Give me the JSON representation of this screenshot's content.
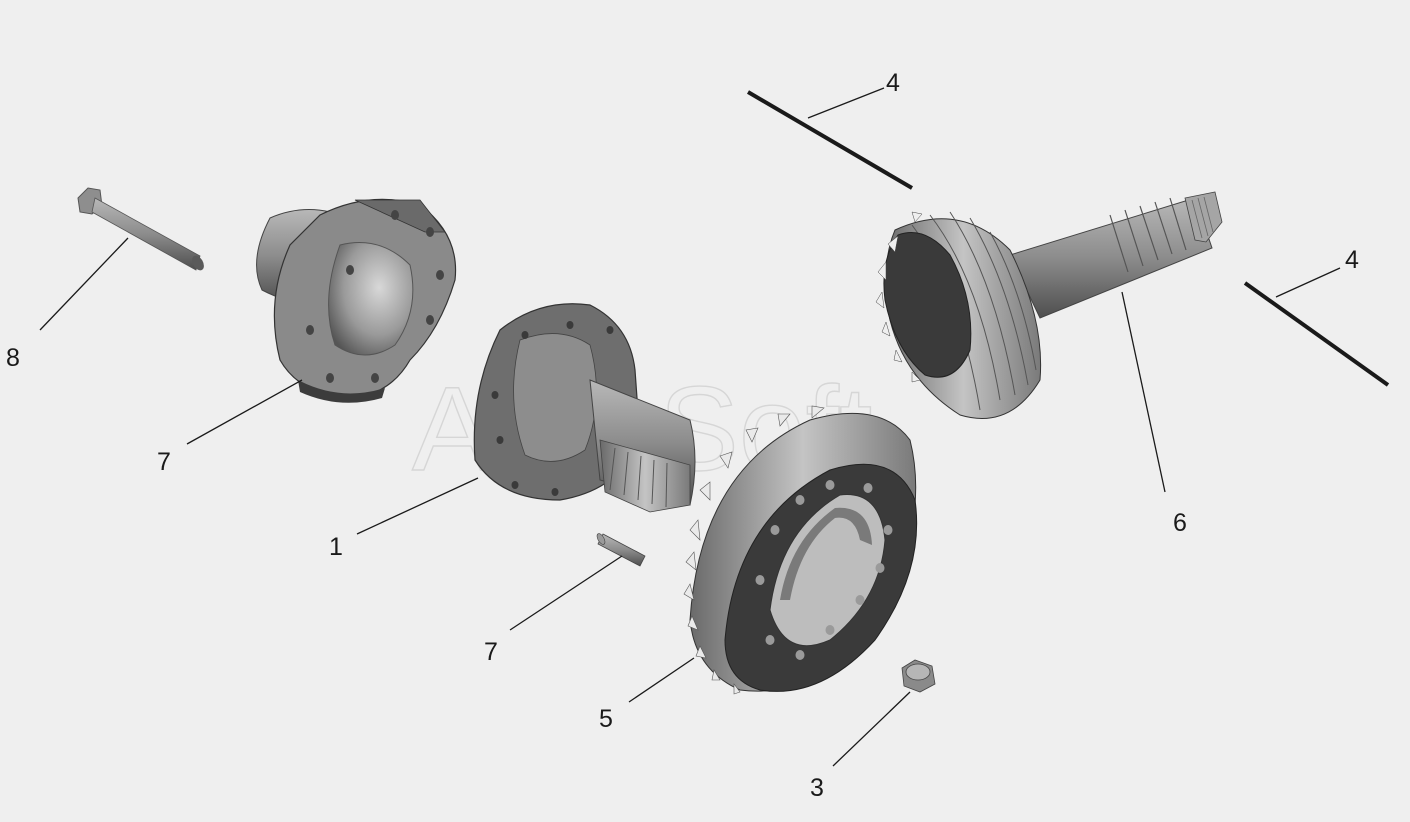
{
  "watermark": "AutoSoft",
  "colors": {
    "background": "#efefef",
    "part_dark": "#3a3a3a",
    "part_mid": "#7a7a7a",
    "part_light": "#a8a8a8",
    "part_highlight": "#cfcfcf",
    "line": "#1a1a1a"
  },
  "callouts": [
    {
      "id": "c8",
      "label": "8"
    },
    {
      "id": "c7a",
      "label": "7"
    },
    {
      "id": "c1",
      "label": "1"
    },
    {
      "id": "c7b",
      "label": "7"
    },
    {
      "id": "c5",
      "label": "5"
    },
    {
      "id": "c3",
      "label": "3"
    },
    {
      "id": "c6",
      "label": "6"
    },
    {
      "id": "c4a",
      "label": "4"
    },
    {
      "id": "c4b",
      "label": "4"
    }
  ]
}
